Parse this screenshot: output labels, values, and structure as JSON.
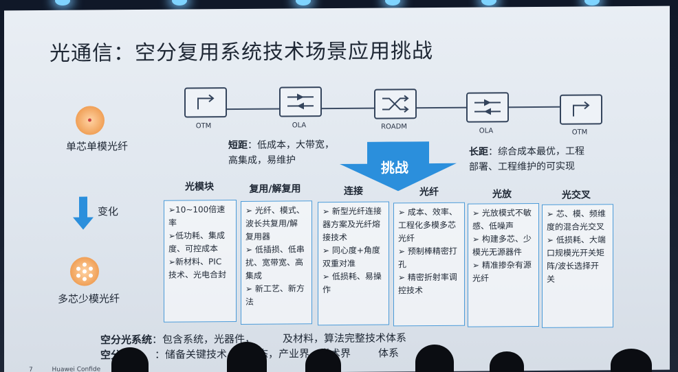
{
  "slide": {
    "title": "光通信：空分复用系统技术场景应用挑战",
    "page_number": "7",
    "footer": "Huawei Confide"
  },
  "diagram": {
    "nodes": [
      {
        "label": "OTM",
        "icon": "otm-icon"
      },
      {
        "label": "OLA",
        "icon": "ola-icon"
      },
      {
        "label": "ROADM",
        "icon": "roadm-icon"
      },
      {
        "label": "OLA",
        "icon": "ola-icon"
      },
      {
        "label": "OTM",
        "icon": "otm-icon"
      }
    ]
  },
  "left_panel": {
    "single_core_label": "单芯单模光纤",
    "change_label": "变化",
    "multi_core_label": "多芯少模光纤"
  },
  "challenge": {
    "label": "挑战",
    "short_range_key": "短距",
    "short_range_text": "：低成本，大带宽，",
    "short_range_text2": "高集成，易维护",
    "long_range_key": "长距",
    "long_range_text": "：综合成本最优，工程",
    "long_range_text2": "部署、工程维护的可实现"
  },
  "columns": [
    {
      "heading": "光模块",
      "items": [
        "➢10~100倍速",
        "率",
        "➢低功耗、集成",
        "度、可控成本",
        "➢新材料、PIC",
        "技术、光电合封"
      ]
    },
    {
      "heading": "复用/解复用",
      "items": [
        "➢ 光纤、模式、",
        "波长共复用/解",
        "复用器",
        "➢ 低插损、低串",
        "扰、宽带宽、高",
        "集成",
        "➢ 新工艺、新方",
        "法"
      ]
    },
    {
      "heading": "连接",
      "items": [
        "➢ 新型光纤连接",
        "器方案及光纤熔",
        "接技术",
        "➢ 同心度+角度",
        "双重对准",
        "➢ 低损耗、易操",
        "作"
      ]
    },
    {
      "heading": "光纤",
      "items": [
        "➢ 成本、效率、",
        "工程化多模多芯",
        "光纤",
        "➢ 预制棒精密打",
        "孔",
        "➢ 精密折射率调",
        "控技术"
      ]
    },
    {
      "heading": "光放",
      "items": [
        "➢ 光放模式不敏",
        "感、低噪声",
        "➢ 构建多芯、少",
        "模光无源器件",
        "➢ 精准掺杂有源",
        "光纤"
      ]
    },
    {
      "heading": "光交叉",
      "items": [
        "➢ 芯、模、频维",
        "度的混合光交叉",
        "➢ 低损耗、大端",
        "口规模光开关矩",
        "阵/波长选择开",
        "关"
      ]
    }
  ],
  "bottom": {
    "line1_key": "空分光系统",
    "line1_text": "：包含系统，光器件，",
    "line1_text2": "及材料，算法完整技术体系",
    "line2_key": "空分标",
    "line2_text": "：储备关键技术、",
    "line2_text2": "态，产业界、学术界",
    "line2_text3": "体系"
  },
  "colors": {
    "accent_blue": "#4a9ad8",
    "arrow_blue": "#2b8fdc",
    "fiber_orange": "#f0a057"
  }
}
